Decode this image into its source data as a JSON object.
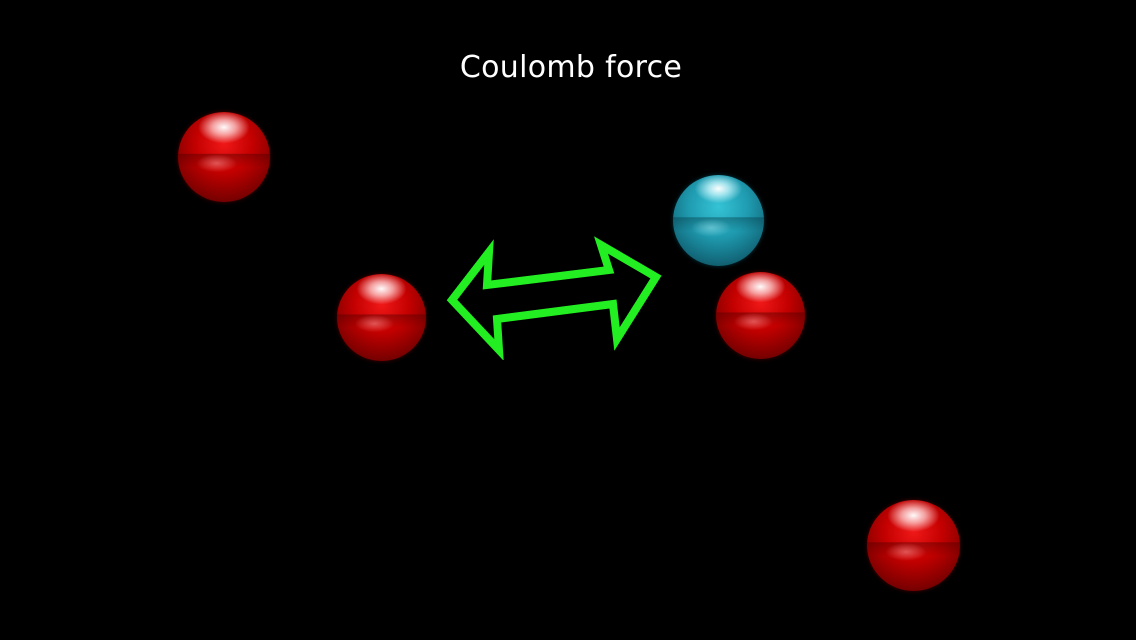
{
  "scene": {
    "title": "Coulomb force",
    "colors": {
      "background": "#000000",
      "title_text": "#ffffff",
      "positive_particle": "#cc0000",
      "negative_particle": "#2aa7bb",
      "force_arrow": "#22ee22"
    },
    "particles": [
      {
        "charge": "positive",
        "color": "red"
      },
      {
        "charge": "positive",
        "color": "red"
      },
      {
        "charge": "negative",
        "color": "cyan"
      },
      {
        "charge": "positive",
        "color": "red"
      },
      {
        "charge": "positive",
        "color": "red"
      }
    ],
    "force_arrow_icon": "double-headed-arrow-icon"
  }
}
